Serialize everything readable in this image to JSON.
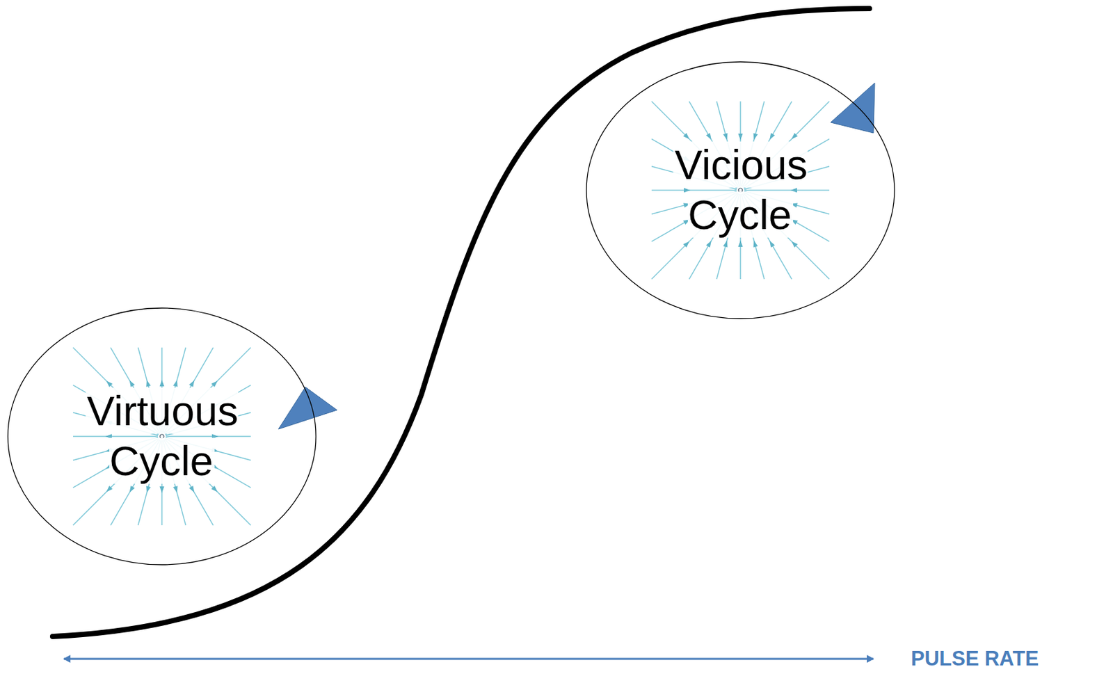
{
  "diagram": {
    "nodes": [
      {
        "text": [
          "Virtuous Cycle"
        ]
      },
      {
        "text": [
          "Vicious Cycle"
        ]
      }
    ],
    "labels": [
      "PULSE RATE"
    ]
  }
}
